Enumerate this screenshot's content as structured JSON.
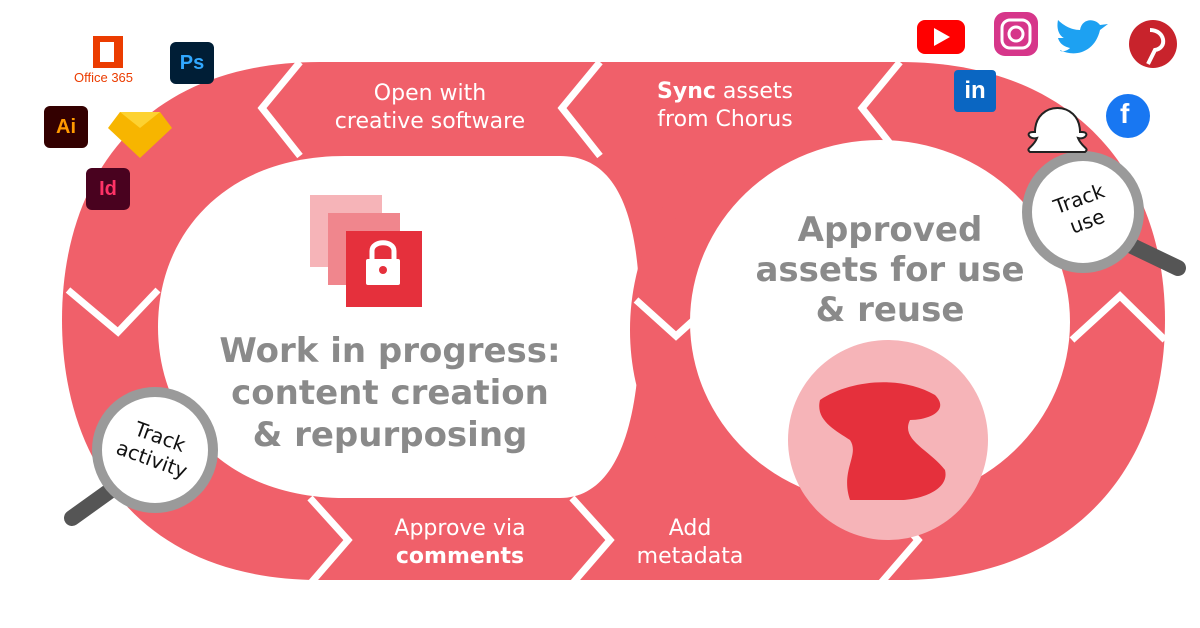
{
  "colors": {
    "loop": "#f0606a",
    "loop_dark": "#e2454f",
    "accent_red": "#e5303c",
    "pale_pink": "#f6b4b8",
    "gray_text": "#8a8a8a",
    "magnifier": "#9a9a9a"
  },
  "steps": {
    "open": {
      "line1": "Open with",
      "line2": "creative software"
    },
    "sync": {
      "bold": "Sync",
      "rest": " assets",
      "line2": "from Chorus"
    },
    "approve": {
      "line1": "Approve via",
      "bold": "comments"
    },
    "metadata": {
      "line1": "Add",
      "line2": "metadata"
    }
  },
  "left_panel": {
    "icon": "lock-stack-icon",
    "line1": "Work in progress:",
    "line2": "content creation",
    "line3": "& repurposing"
  },
  "right_panel": {
    "icon": "globe-icon",
    "line1": "Approved",
    "line2": "assets for use",
    "line3": "& reuse"
  },
  "magnifiers": {
    "activity": {
      "line1": "Track",
      "line2": "activity"
    },
    "use": {
      "line1": "Track",
      "line2": "use"
    }
  },
  "creative_apps": {
    "office": {
      "label": "Office 365"
    },
    "photoshop": {
      "label": "Ps"
    },
    "illustrator": {
      "label": "Ai"
    },
    "indesign": {
      "label": "Id"
    },
    "sketch": {
      "icon": "sketch-icon"
    }
  },
  "social": {
    "youtube": "youtube-icon",
    "instagram": "instagram-icon",
    "twitter": "twitter-icon",
    "pinterest": "pinterest-icon",
    "linkedin": {
      "label": "in"
    },
    "snapchat": "snapchat-icon",
    "facebook": {
      "label": "f"
    }
  }
}
